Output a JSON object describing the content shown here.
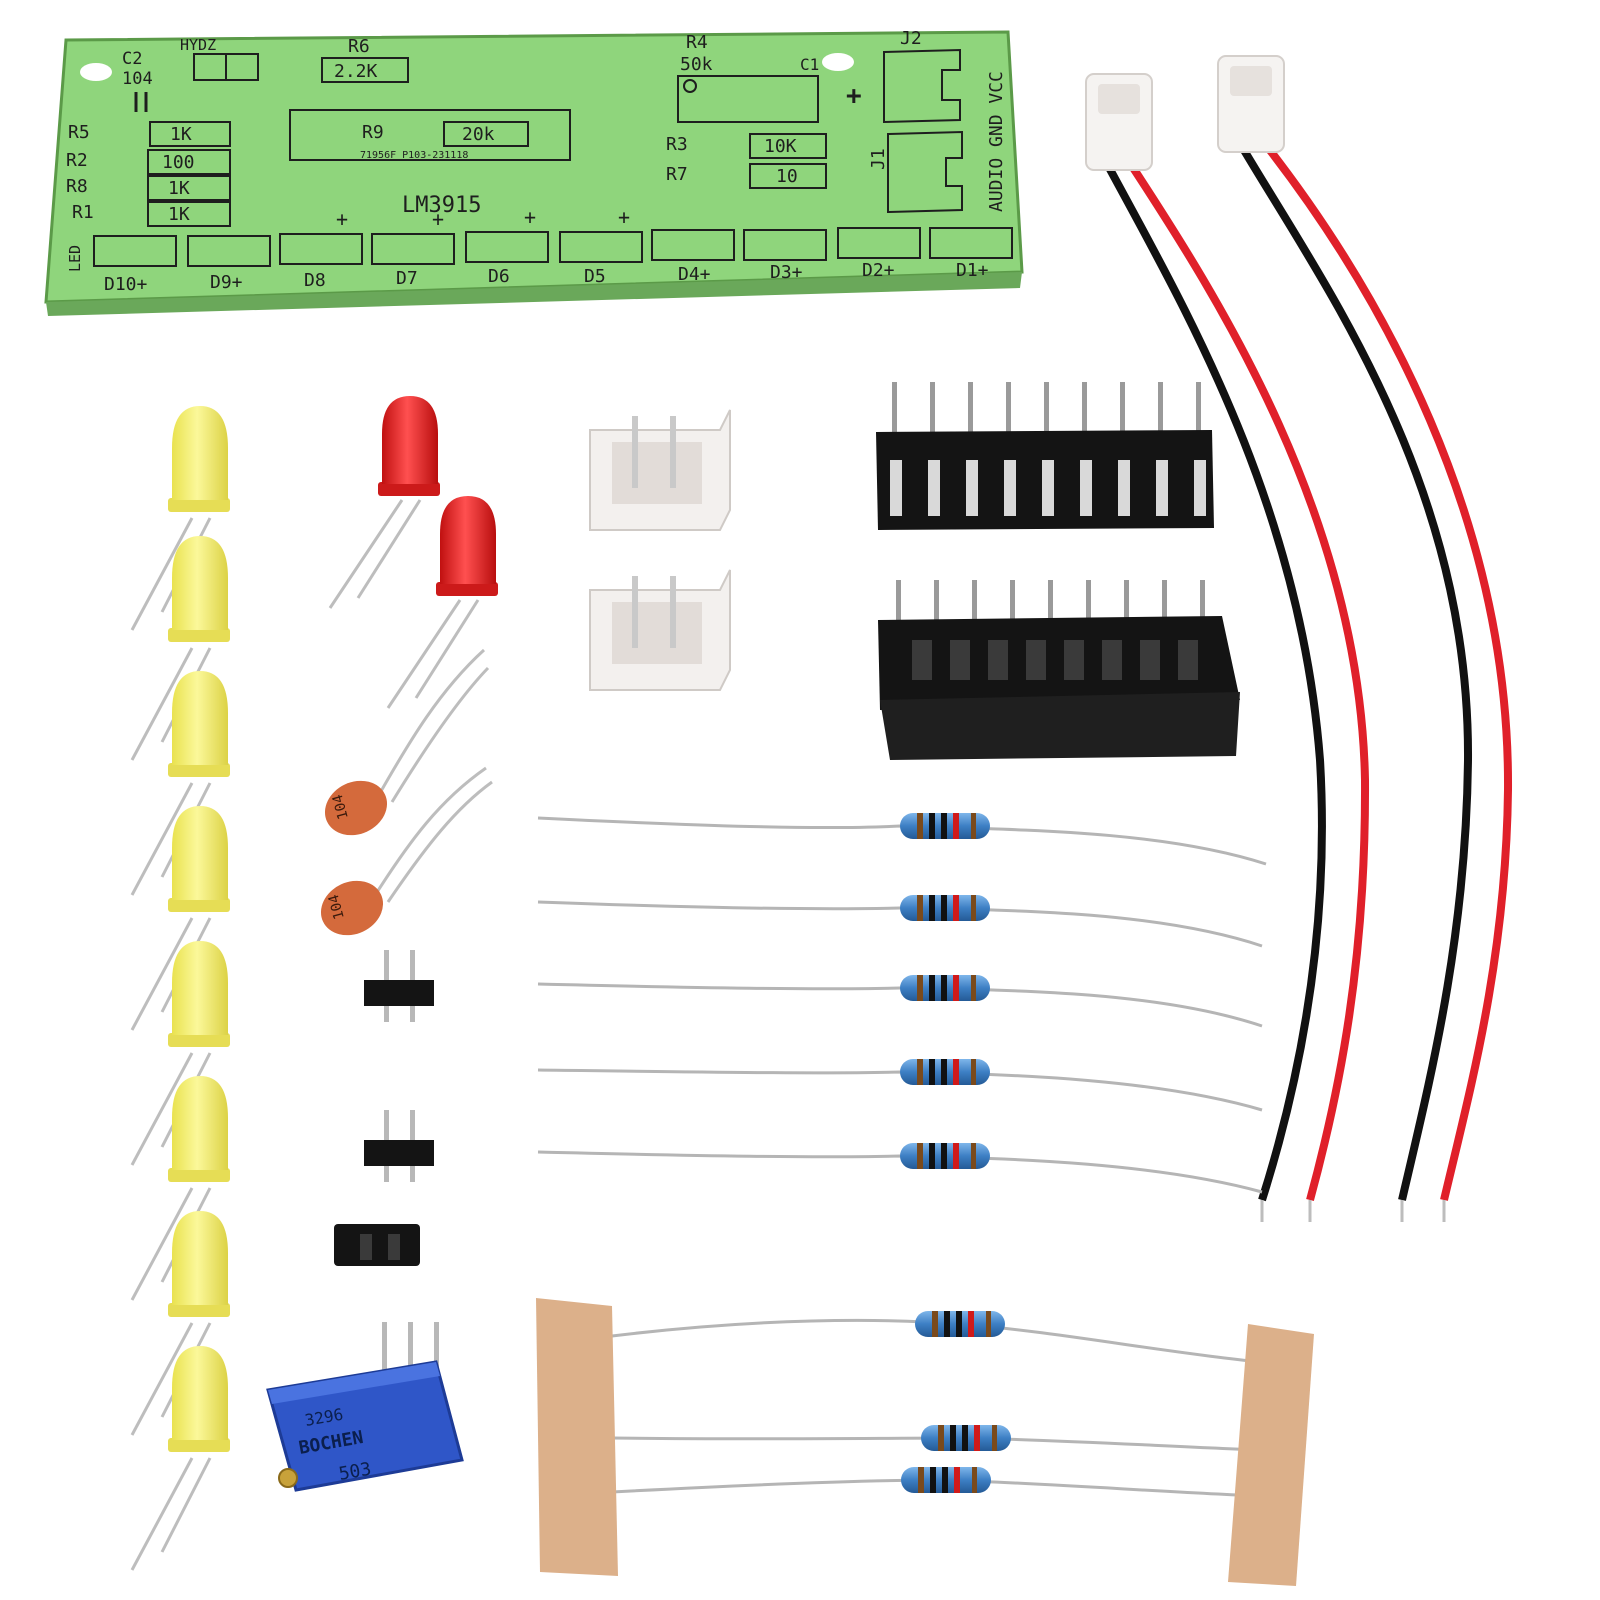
{
  "pcb": {
    "hydz": "HYDZ",
    "r6_ref": "R6",
    "r6_val": "2.2K",
    "c2_ref": "C2",
    "c2_val": "104",
    "r4_ref": "R4",
    "r4_val": "50k",
    "c1_ref": "C1",
    "plus": "+",
    "j2": "J2",
    "j1": "J1",
    "port_label": "AUDIO GND VCC",
    "r9_ref": "R9",
    "r9_val": "20k",
    "part_no": "71956F_P103-231118",
    "r3_ref": "R3",
    "r3_val": "10K",
    "r7_ref": "R7",
    "r7_val": "10",
    "r5_ref": "R5",
    "r5_val": "1K",
    "r2_ref": "R2",
    "r2_val": "100",
    "r8_ref": "R8",
    "r8_val": "1K",
    "r1_ref": "R1",
    "r1_val": "1K",
    "chip": "LM3915",
    "led": "LED",
    "d10": "D10+",
    "d9": "D9+",
    "d8": "D8",
    "d7": "D7",
    "d6": "D6",
    "d5": "D5",
    "d4": "D4+",
    "d3": "D3+",
    "d2": "D2+",
    "d1": "D1+"
  },
  "capacitor_marking": "104",
  "potentiometer": {
    "code": "503",
    "brand": "BOCHEN",
    "series": "3296"
  },
  "colors": {
    "pcb_green": "#8fd57c",
    "led_yellow": "#f3ee6a",
    "led_red": "#e02020",
    "resistor_blue": "#3d7fc4",
    "wire_red": "#e0202a",
    "wire_black": "#111111",
    "pot_blue": "#2f56c8",
    "capacitor_orange": "#d46a3c",
    "tape_tan": "#dcb08a"
  }
}
